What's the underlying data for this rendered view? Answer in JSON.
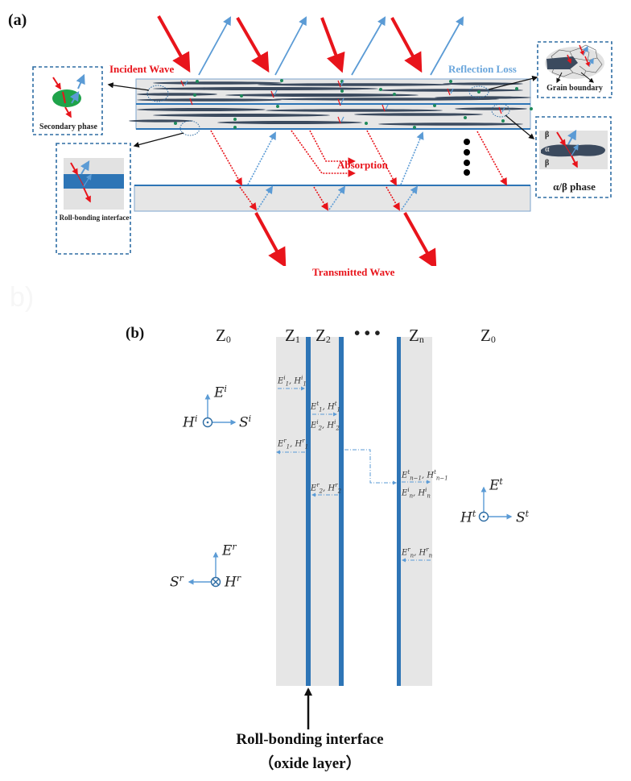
{
  "panel_a": {
    "label": "(a)",
    "labels": {
      "incident": "Incident Wave",
      "reflection": "Reflection Loss",
      "absorption": "Absorption",
      "transmitted": "Transmitted Wave"
    },
    "insets": {
      "secondary_phase": "Secondary phase",
      "roll_bonding": "Roll-bonding interface",
      "grain_boundary": "Grain boundary",
      "alpha_beta": "α/β phase",
      "alpha": "α",
      "beta": "β"
    },
    "colors": {
      "incident": "#e8141b",
      "reflected": "#5b9bd5",
      "layer_fill": "#e6e6e6",
      "interface": "#2e75b6",
      "lamella": "#3b4a5e",
      "particle": "#1e8a5a",
      "inset_border": "#2e6da4"
    }
  },
  "ghost_label": "b)",
  "panel_b": {
    "label": "(b)",
    "impedance": {
      "z0_left": {
        "base": "Z",
        "sub": "0"
      },
      "z1": {
        "base": "Z",
        "sub": "1"
      },
      "z2": {
        "base": "Z",
        "sub": "2"
      },
      "ellipsis": "• • •",
      "zn": {
        "base": "Z",
        "sub": "n"
      },
      "z0_right": {
        "base": "Z",
        "sub": "0"
      }
    },
    "fields": {
      "e1i": {
        "E": "E",
        "sup": "i",
        "sub": "1",
        "H": "H"
      },
      "e1t": {
        "E": "E",
        "sup": "t",
        "sub": "1",
        "H": "H"
      },
      "e2i": {
        "E": "E",
        "sup": "i",
        "sub": "2",
        "H": "H"
      },
      "e1r": {
        "E": "E",
        "sup": "r",
        "sub": "1",
        "H": "H"
      },
      "e2r": {
        "E": "E",
        "sup": "r",
        "sub": "2",
        "H": "H"
      },
      "ent": {
        "E": "E",
        "sup": "t",
        "sub": "n−1",
        "H": "H"
      },
      "eni": {
        "E": "E",
        "sup": "i",
        "sub": "n",
        "H": "H"
      },
      "enr": {
        "E": "E",
        "sup": "r",
        "sub": "n",
        "H": "H"
      }
    },
    "vectors": {
      "incident": {
        "E": "E",
        "H": "H",
        "S": "S",
        "sup": "i"
      },
      "reflected": {
        "E": "E",
        "H": "H",
        "S": "S",
        "sup": "r"
      },
      "transmitted": {
        "E": "E",
        "H": "H",
        "S": "S",
        "sup": "t"
      }
    },
    "caption_line1": "Roll-bonding interface",
    "caption_line2": "（oxide layer）"
  }
}
